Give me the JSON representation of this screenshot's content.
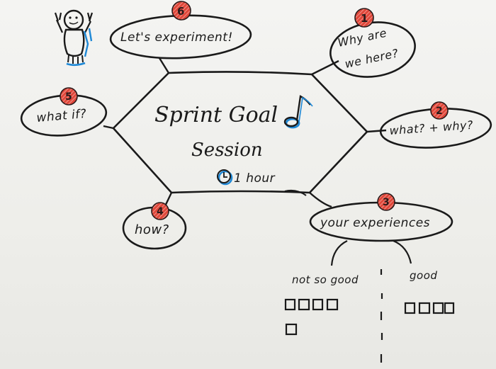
{
  "diagram": {
    "title_line1": "Sprint Goal",
    "title_line2": "Session",
    "duration": "1 hour",
    "nodes": [
      {
        "number": "1",
        "label_line1": "Why are",
        "label_line2": "we here?"
      },
      {
        "number": "2",
        "label": "what? + why?"
      },
      {
        "number": "3",
        "label": "your experiences"
      },
      {
        "number": "4",
        "label": "how?"
      },
      {
        "number": "5",
        "label": "what if?"
      },
      {
        "number": "6",
        "label": "Let's experiment!"
      }
    ],
    "experiences": {
      "left_label": "not so good",
      "right_label": "good"
    }
  },
  "colors": {
    "ink": "#1a1a1a",
    "badge_red": "#d8362b",
    "accent_blue": "#1e88d6"
  }
}
